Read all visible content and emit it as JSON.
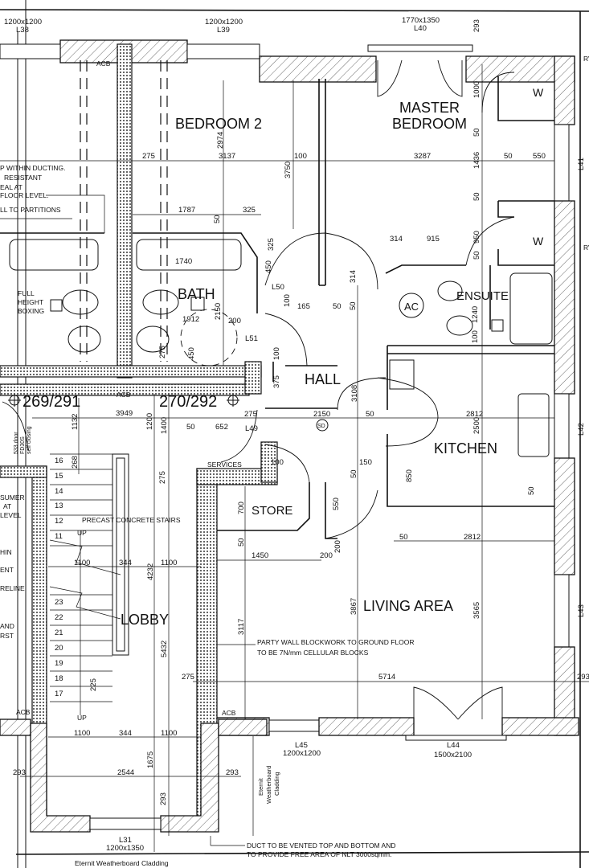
{
  "rooms": {
    "bedroom2": "BEDROOM 2",
    "master_line1": "MASTER",
    "master_line2": "BEDROOM",
    "bath": "BATH",
    "hall": "HALL",
    "ensuite": "ENSUITE",
    "kitchen": "KITCHEN",
    "store": "STORE",
    "living": "LIVING AREA",
    "lobby": "LOBBY",
    "services": "SERVICES",
    "wardrobe_upper": "W",
    "wardrobe_lower": "W"
  },
  "windows": {
    "l38": {
      "size": "1200x1200",
      "ref": "L38"
    },
    "l39": {
      "size": "1200x1200",
      "ref": "L39"
    },
    "l40": {
      "size": "1770x1350",
      "ref": "L40"
    },
    "l41": {
      "ref": "L41"
    },
    "l42": {
      "ref": "L42"
    },
    "l43": {
      "ref": "L43"
    },
    "l45": {
      "size": "1200x1200",
      "ref": "L45"
    },
    "l44": {
      "size": "1500x2100",
      "ref": "L44"
    },
    "l31": {
      "size": "1200x1350",
      "ref": "L31"
    },
    "l49": "L49",
    "l50": "L50",
    "l51": "L51"
  },
  "grid_refs": [
    "269/291",
    "270/292"
  ],
  "symbols": {
    "ac": "AC",
    "sd": "SD",
    "acb": "ACB",
    "up": "UP",
    "rv": "RV"
  },
  "notes": {
    "ducting": [
      "P WITHIN DUCTING.",
      "RESISTANT",
      "EAL AT",
      "FLOOR LEVEL.",
      "LL TO PARTITIONS"
    ],
    "consumer": [
      "SUMER",
      "AT",
      "LEVEL"
    ],
    "left_fragments": [
      "HIN",
      "ENT",
      "RELINE",
      "AND",
      "RST"
    ],
    "fire_door": [
      "533 door",
      "FD30S",
      "self closing"
    ],
    "bath_boxing": [
      "FULL",
      "HEIGHT",
      "BOXING"
    ],
    "stairs": "PRECAST CONCRETE STAIRS",
    "party_wall": [
      "PARTY WALL BLOCKWORK TO GROUND FLOOR",
      "TO BE 7N/mm CELLULAR BLOCKS"
    ],
    "duct": [
      "DUCT TO BE VENTED TOP AND BOTTOM AND",
      "TO PROVIDE FREE AREA OF NLT 3000sqmm."
    ],
    "cladding_bottom": "Eternit Weatherboard Cladding",
    "cladding_vertical": [
      "Eternit",
      "Weatherboard",
      "Cladding"
    ]
  },
  "stair_treads": [
    "16",
    "15",
    "14",
    "13",
    "12",
    "11",
    "23",
    "22",
    "21",
    "20",
    "19",
    "18",
    "17"
  ],
  "dimensions": {
    "top_293": "293",
    "bed": [
      "275",
      "3137",
      "100",
      "3287",
      "50",
      "550",
      "2974",
      "3750"
    ],
    "right_vert": [
      "1000",
      "50",
      "1436",
      "50",
      "950",
      "50",
      "1240",
      "100"
    ],
    "bath": [
      "1787",
      "325",
      "50",
      "325",
      "450",
      "1740",
      "2150",
      "1912",
      "200",
      "100",
      "165",
      "50",
      "314",
      "50",
      "314",
      "915",
      "450",
      "275"
    ],
    "hall": [
      "100",
      "375",
      "275",
      "2150",
      "50",
      "2812",
      "3108",
      "2500",
      "50",
      "652",
      "100",
      "150",
      "50",
      "850",
      "50"
    ],
    "store": [
      "700",
      "550",
      "50",
      "1450",
      "200",
      "200",
      "50",
      "2812"
    ],
    "living": [
      "3867",
      "3565",
      "3117",
      "275",
      "5714",
      "293"
    ],
    "lobby": [
      "1132",
      "3949",
      "1200",
      "1400",
      "268",
      "275",
      "1100",
      "344",
      "1100",
      "4232",
      "5432",
      "225",
      "1100",
      "344",
      "1100",
      "1675",
      "293",
      "2544",
      "293",
      "293"
    ]
  }
}
